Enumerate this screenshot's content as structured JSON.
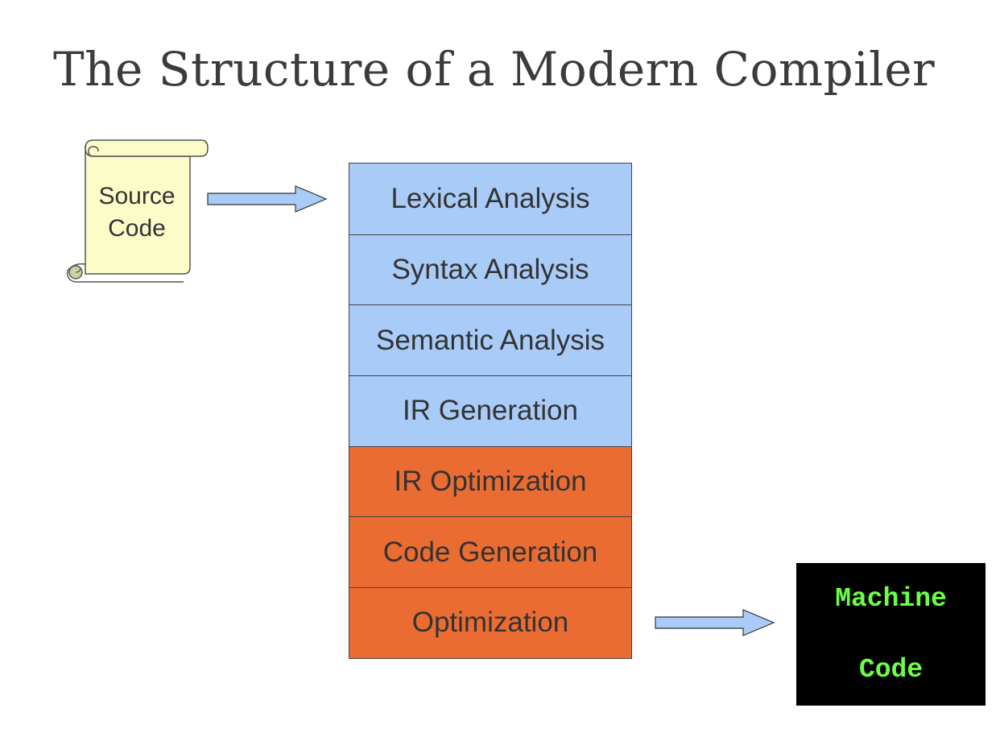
{
  "title": "The Structure of a Modern Compiler",
  "source": {
    "label": "Source\nCode",
    "line1": "Source",
    "line2": "Code",
    "color": "#fcfcc8"
  },
  "stages": [
    {
      "label": "Lexical Analysis",
      "group": "front"
    },
    {
      "label": "Syntax Analysis",
      "group": "front"
    },
    {
      "label": "Semantic Analysis",
      "group": "front"
    },
    {
      "label": "IR Generation",
      "group": "front"
    },
    {
      "label": "IR Optimization",
      "group": "back"
    },
    {
      "label": "Code Generation",
      "group": "back"
    },
    {
      "label": "Optimization",
      "group": "back"
    }
  ],
  "colors": {
    "front": "#a9cbf7",
    "back": "#eb6c32",
    "arrow": "#a9cbf7",
    "machine_text": "#6aff45"
  },
  "machine": {
    "line1": "Machine",
    "line2": "Code"
  }
}
